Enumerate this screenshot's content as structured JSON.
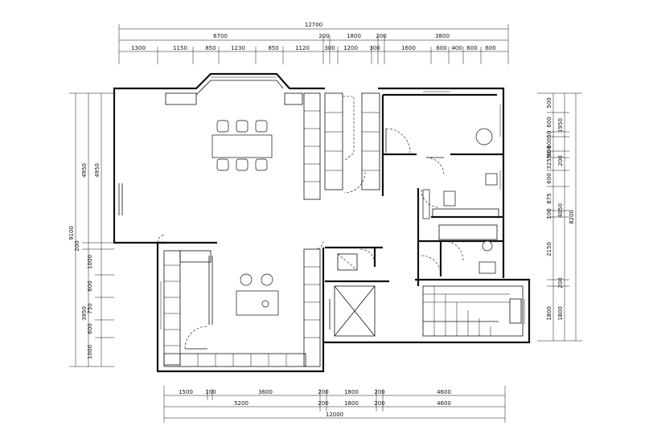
{
  "top_dims": {
    "total": "12700",
    "row2": [
      "6700",
      "200",
      "1800",
      "200",
      "3800"
    ],
    "row3": [
      "1300",
      "1150",
      "850",
      "1230",
      "850",
      "1120",
      "300",
      "1200",
      "300",
      "1600",
      "600",
      "400",
      "600",
      "600"
    ]
  },
  "left_dims": {
    "total": "9100",
    "upper_a": "4950",
    "upper_b": "4950",
    "gap": "200",
    "lower_total": "3950",
    "lower": [
      "1000",
      "600",
      "750",
      "600",
      "1000"
    ]
  },
  "right_dims": {
    "total": "8200",
    "upper": "1950",
    "upper_parts": [
      "500",
      "600",
      "600",
      "50",
      "600",
      "50"
    ],
    "gap_top": "200",
    "mid_parts": [
      "325",
      "600",
      "875",
      "100"
    ],
    "mid": "4050",
    "mid_lower": "2150",
    "gap_bottom": "200",
    "bottom_a": "1800",
    "bottom_b": "1800"
  },
  "bottom_dims": {
    "row1": [
      "1500",
      "100",
      "3600",
      "200",
      "1800",
      "200",
      "4600"
    ],
    "row2": [
      "5200",
      "200",
      "1800",
      "200",
      "4600"
    ],
    "total": "12000"
  }
}
